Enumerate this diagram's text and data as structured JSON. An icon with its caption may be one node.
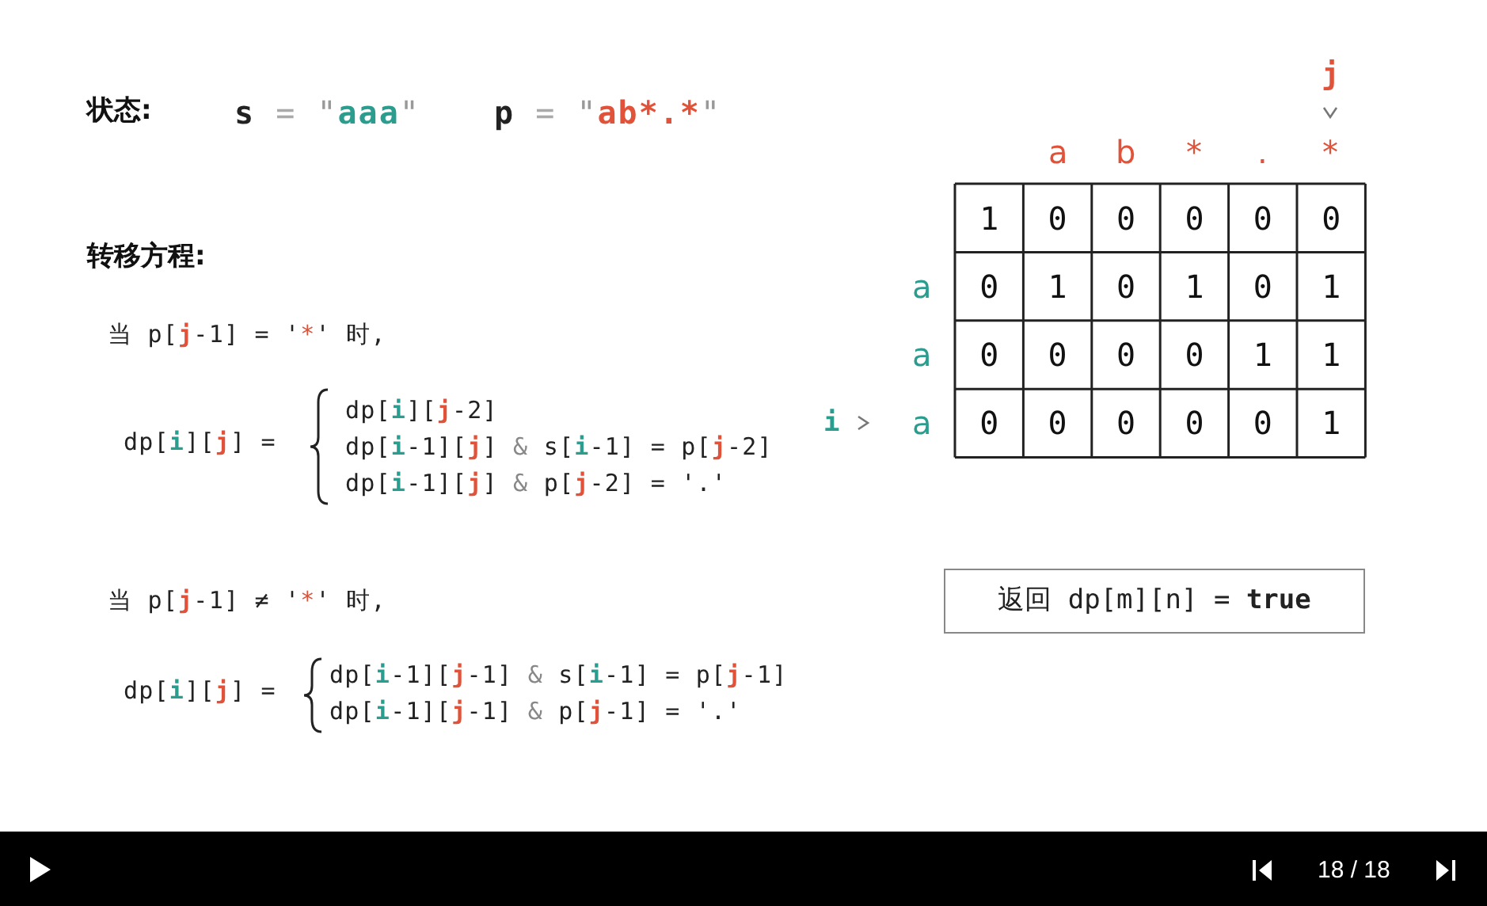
{
  "diagram": {
    "nodes": [
      {
        "text": [
          "返回 dp[m][n] = **true**"
        ]
      }
    ],
    "labels": [
      "状态:",
      "s = \"aaa\"",
      "p = \"ab*.*\"",
      "转移方程:",
      "当 p[j-1] = '*' 时,",
      "dp[i][j] =",
      "dp[i][j-2]",
      "dp[i-1][j] & s[i-1] = p[j-2]",
      "dp[i-1][j] & p[j-2] = '.'",
      "当 p[j-1] ≠ '*' 时,",
      "dp[i][j] =",
      "dp[i-1][j-1] & s[i-1] = p[j-1]",
      "dp[i-1][j-1] & p[j-1] = '.'",
      "j",
      "a",
      "b",
      "*",
      ".",
      "*",
      "1",
      "0",
      "0",
      "0",
      "0",
      "0",
      "a",
      "0",
      "1",
      "0",
      "1",
      "0",
      "1",
      "a",
      "0",
      "0",
      "0",
      "0",
      "1",
      "1",
      "i",
      "a",
      "0",
      "0",
      "0",
      "0",
      "0",
      "1",
      "18 / 18"
    ]
  }
}
